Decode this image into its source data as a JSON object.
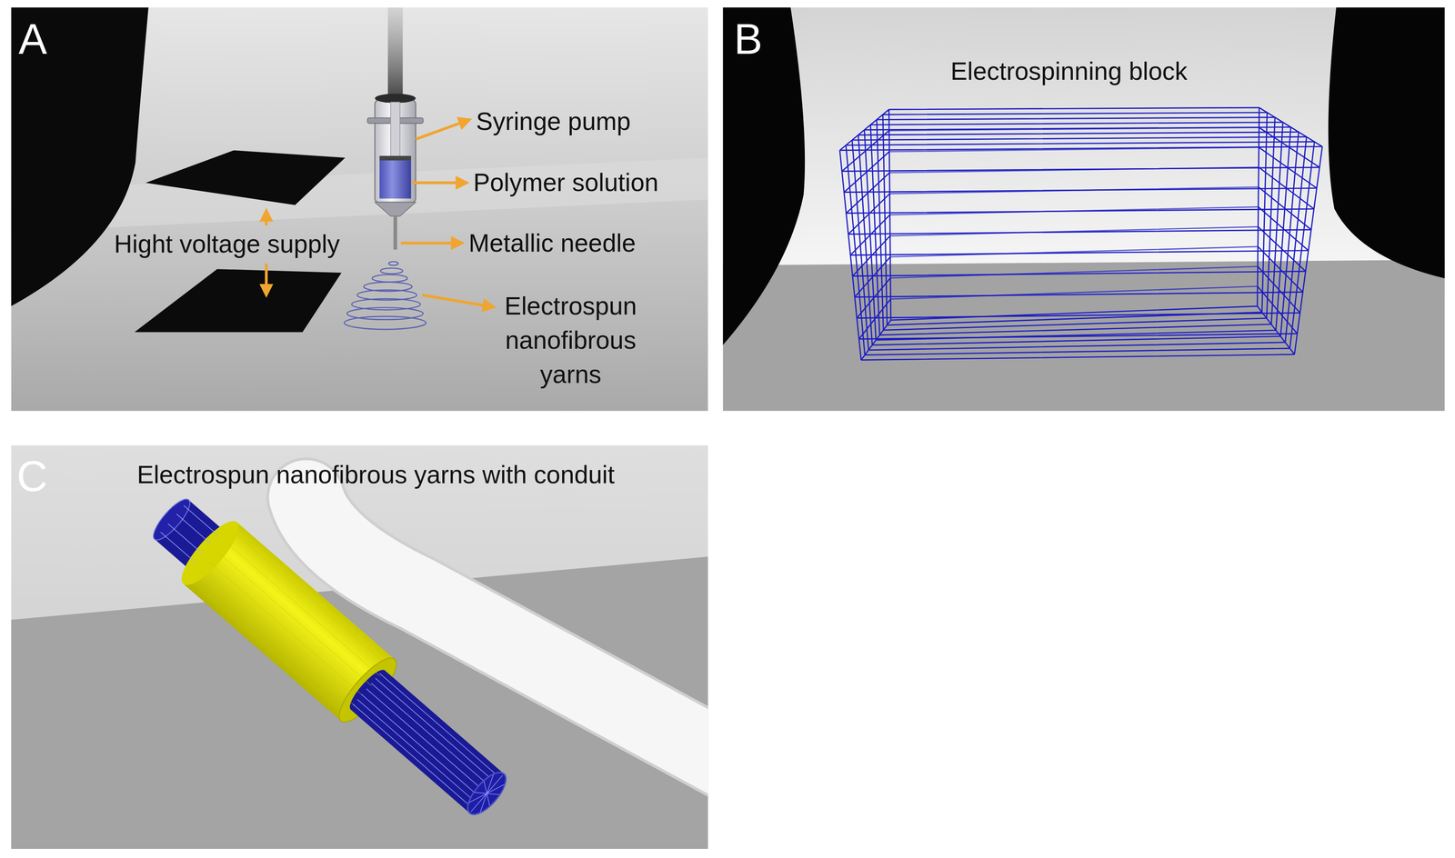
{
  "diagram": {
    "nodes": [
      {
        "text": [
          "A"
        ]
      },
      {
        "text": [
          "B",
          "Electrospinning block"
        ]
      },
      {
        "text": [
          "C",
          "Electrospun nanofibrous yarns with conduit"
        ]
      }
    ],
    "labels": [
      "Syringe pump",
      "Polymer solution",
      "Metallic needle",
      "Hight voltage supply",
      "Electrospun nanofibrous yarns"
    ]
  }
}
